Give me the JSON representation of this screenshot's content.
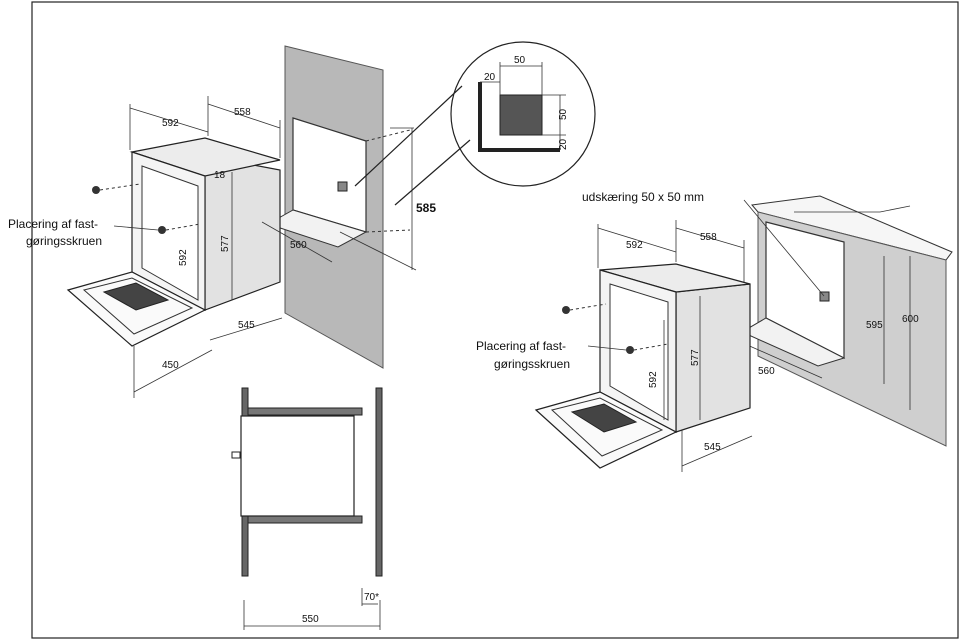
{
  "left_diagram": {
    "dims": {
      "width_top": "592",
      "depth_top": "558",
      "inner_offset": "18",
      "height_front": "592",
      "height_side": "577",
      "niche_height": "585",
      "niche_depth": "560",
      "body_depth": "545",
      "door_depth": "450"
    },
    "callout_line1": "Placering af fast-",
    "callout_line2": "gøringsskruen"
  },
  "inset": {
    "square_width": "50",
    "square_height": "50",
    "offset_left": "20",
    "offset_bottom": "20"
  },
  "section": {
    "width": "550",
    "gap": "70*"
  },
  "right_diagram": {
    "cutout_label": "udskæring 50 x 50 mm",
    "callout_line1": "Placering af fast-",
    "callout_line2": "gøringsskruen",
    "dims": {
      "width_top": "592",
      "depth_top": "558",
      "height_front": "592",
      "height_side": "577",
      "niche_height": "595",
      "cabinet_height": "600",
      "niche_depth": "560",
      "body_depth": "545"
    }
  }
}
